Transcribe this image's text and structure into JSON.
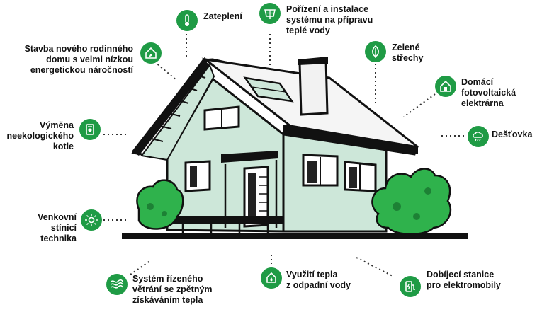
{
  "colors": {
    "accent": "#1f9b45",
    "house_fill": "#c9e6d6",
    "ink": "#111111"
  },
  "items": [
    {
      "id": "zatepleni",
      "icon": "thermometer-icon",
      "lines": [
        "Zateplení"
      ]
    },
    {
      "id": "fotovoltaika-voda",
      "icon": "solar-panel-icon",
      "lines": [
        "Pořízení a instalace",
        "systému na přípravu",
        "teplé vody"
      ]
    },
    {
      "id": "zelene-strechy",
      "icon": "leaf-icon",
      "lines": [
        "Zelené",
        "střechy"
      ]
    },
    {
      "id": "domaci-fve",
      "icon": "house-solar-icon",
      "lines": [
        "Domácí",
        "fotovoltaická",
        "elektrárna"
      ]
    },
    {
      "id": "destovka",
      "icon": "rain-cloud-icon",
      "lines": [
        "Dešťovka"
      ]
    },
    {
      "id": "stavba",
      "icon": "eco-house-icon",
      "lines": [
        "Stavba nového rodinného",
        "domu s velmi nízkou",
        "energetickou náročností"
      ]
    },
    {
      "id": "kotel",
      "icon": "boiler-icon",
      "lines": [
        "Výměna",
        "neekologického",
        "kotle"
      ]
    },
    {
      "id": "stineni",
      "icon": "sun-icon",
      "lines": [
        "Venkovní",
        "stínicí",
        "technika"
      ]
    },
    {
      "id": "vetrani",
      "icon": "ventilation-icon",
      "lines": [
        "Systém řízeného",
        "větrání se zpětným",
        "získáváním tepla"
      ]
    },
    {
      "id": "odpadni-voda",
      "icon": "water-heat-icon",
      "lines": [
        "Využití tepla",
        "z odpadní vody"
      ]
    },
    {
      "id": "elektromobily",
      "icon": "ev-charger-icon",
      "lines": [
        "Dobíjecí stanice",
        "pro elektromobily"
      ]
    }
  ]
}
